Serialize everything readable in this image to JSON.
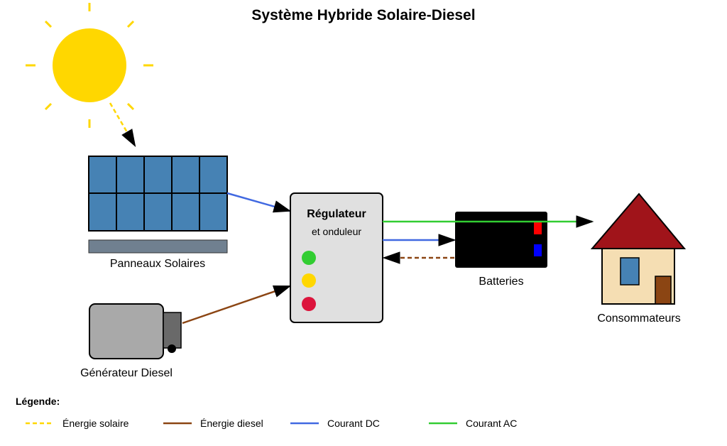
{
  "title": "Système Hybride Solaire-Diesel",
  "nodes": {
    "panels": {
      "label": "Panneaux Solaires"
    },
    "generator": {
      "label": "Générateur Diesel"
    },
    "regulator": {
      "title": "Régulateur",
      "subtitle": "et onduleur"
    },
    "batteries": {
      "label": "Batteries"
    },
    "consumers": {
      "label": "Consommateurs"
    }
  },
  "legend": {
    "title": "Légende:",
    "items": [
      {
        "label": "Énergie solaire",
        "color": "#FFD700",
        "style": "dashed"
      },
      {
        "label": "Énergie diesel",
        "color": "#8B4513",
        "style": "solid"
      },
      {
        "label": "Courant DC",
        "color": "#4169E1",
        "style": "solid"
      },
      {
        "label": "Courant AC",
        "color": "#32CD32",
        "style": "solid"
      }
    ]
  },
  "colors": {
    "sun": "#FFD700",
    "panel": "#4682B4",
    "panel_base": "#708090",
    "generator": "#A9A9A9",
    "regulator": "#E0E0E0",
    "led_green": "#32CD32",
    "led_yellow": "#FFD700",
    "led_red": "#DC143C",
    "battery": "#000000",
    "battery_pos": "#FF0000",
    "battery_neg": "#0000FF",
    "roof": "#A0141A",
    "wall": "#F5DEB3",
    "window": "#4682B4",
    "door": "#8B4513"
  }
}
